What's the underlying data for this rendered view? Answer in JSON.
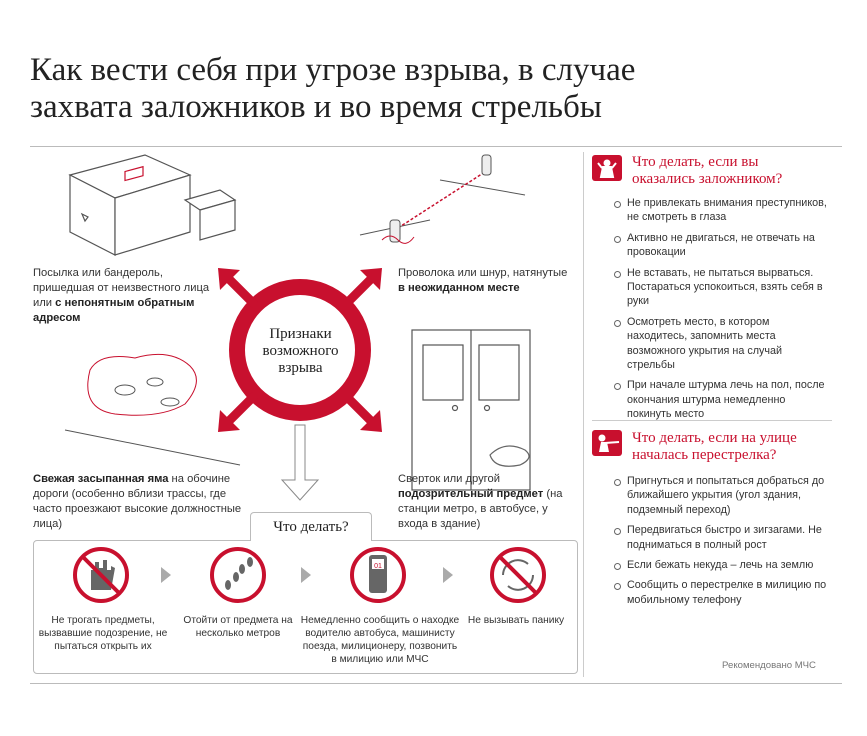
{
  "title_line1": "Как вести себя при угрозе взрыва, в случае",
  "title_line2": "захвата заложников и во время стрельбы",
  "center_label": [
    "Признаки",
    "возможного",
    "взрыва"
  ],
  "sign_parcel": {
    "text_plain": "Посылка или бандероль, пришедшая от неизвестного лица или ",
    "text_bold": "с непонятным обратным адресом"
  },
  "sign_wire": {
    "text_plain": "Проволока или шнур, натянутые ",
    "text_bold": "в неожиданном месте"
  },
  "sign_pit": {
    "text_bold": "Свежая засыпанная яма",
    "text_plain": " на обочине дороги (особенно вблизи трассы, где часто проезжают высокие должностные лица)"
  },
  "sign_package": {
    "text_plain1": "Сверток или другой ",
    "text_bold": "подозрительный предмет",
    "text_plain2": " (на станции метро, в автобусе, у входа в здание)"
  },
  "todo": {
    "heading": "Что делать?",
    "steps": [
      "Не трогать предметы, вызвавшие подозрение, не пытаться открыть их",
      "Отойти от предмета на несколько метров",
      "Немедленно сообщить о находке водителю автобуса, машинисту поезда, милиционеру, позвонить в милицию или МЧС",
      "Не вызывать панику"
    ],
    "phone_display": "01"
  },
  "hostage": {
    "heading_line1": "Что делать, если вы",
    "heading_line2": "оказались заложником?",
    "items": [
      "Не привлекать внимания преступников, не смотреть в глаза",
      "Активно не двигаться, не отвечать на провокации",
      "Не вставать, не пытаться вырваться. Постараться успокоиться, взять себя в руки",
      "Осмотреть место, в котором находитесь, запомнить места возможного укрытия на случай стрельбы",
      "При начале штурма лечь на пол, после окончания штурма немедленно покинуть место"
    ]
  },
  "shootout": {
    "heading_line1": "Что делать, если на улице",
    "heading_line2": "началась перестрелка?",
    "items": [
      "Пригнуться и попытаться добраться до ближайшего укрытия (угол здания, подземный переход)",
      "Передвигаться быстро и зигзагами. Не подниматься в полный рост",
      "Если бежать некуда – лечь на землю",
      "Сообщить о перестрелке в милицию по мобильному телефону"
    ]
  },
  "credit": "Рекомендовано МЧС",
  "colors": {
    "accent": "#c8102e",
    "text": "#333333",
    "rule": "#bbbbbb"
  }
}
